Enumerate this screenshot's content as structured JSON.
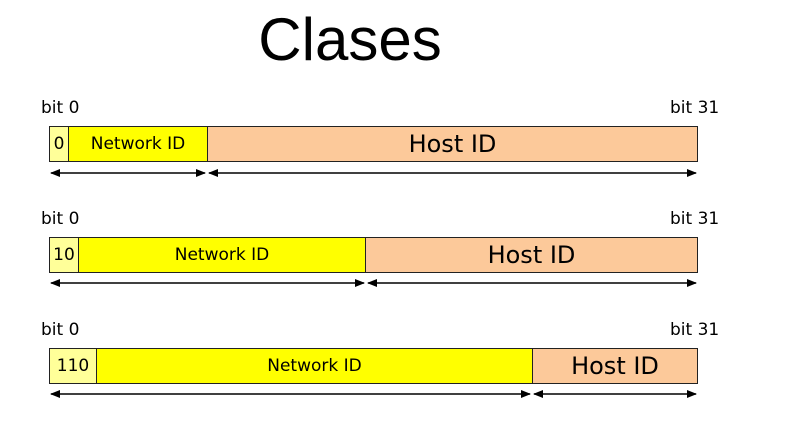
{
  "title": "Clases",
  "rows": [
    {
      "bit_start": "bit 0",
      "bit_end": "bit 31",
      "prefix": "0",
      "network": "Network ID",
      "host": "Host ID"
    },
    {
      "bit_start": "bit 0",
      "bit_end": "bit 31",
      "prefix": "10",
      "network": "Network ID",
      "host": "Host ID"
    },
    {
      "bit_start": "bit 0",
      "bit_end": "bit 31",
      "prefix": "110",
      "network": "Network ID",
      "host": "Host ID"
    }
  ],
  "colors": {
    "prefix": "#ffff99",
    "network": "#ffff00",
    "host": "#fcc99a"
  }
}
